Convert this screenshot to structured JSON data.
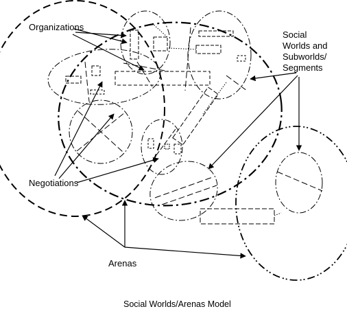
{
  "labels": {
    "organizations": "Organizations",
    "social_worlds": [
      "Social",
      "Worlds and",
      "Subworlds/",
      "Segments"
    ],
    "negotiations": "Negotiations",
    "arenas": "Arenas"
  },
  "caption": "Social Worlds/Arenas Model"
}
